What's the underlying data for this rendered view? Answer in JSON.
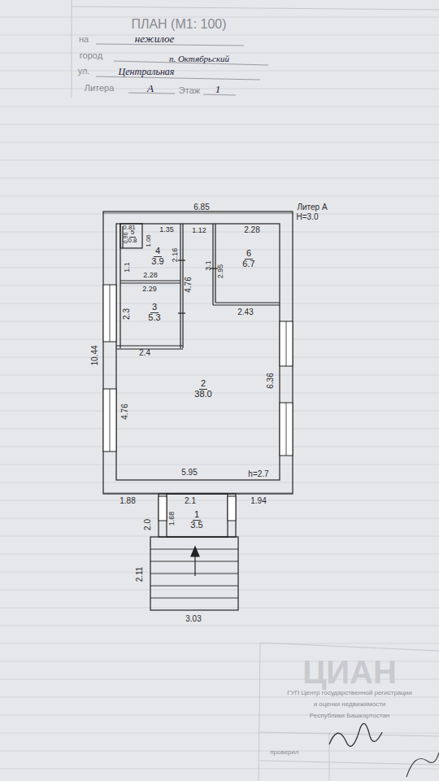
{
  "diagram": {
    "nodes": [
      {
        "text": [
          "5",
          "0.8"
        ]
      },
      {
        "text": [
          "4",
          "3.9"
        ]
      },
      {
        "text": [
          "6",
          "6.7"
        ]
      },
      {
        "text": [
          "3",
          "5.3"
        ]
      },
      {
        "text": [
          "2",
          "38.0"
        ]
      },
      {
        "text": [
          "1",
          "3.5"
        ]
      }
    ],
    "edges": [],
    "labels": [
      "ПЛАН (М1: 100)",
      "на",
      "нежилое",
      "город",
      "п. Октябрьский",
      "ул.",
      "Центральная",
      "Литера",
      "А",
      "Этаж",
      "1",
      "6.85",
      "Литер А",
      "H=3.0",
      "0.81",
      "1.35",
      "1.12",
      "2.28",
      "0.96",
      "1.06",
      "2.16",
      "1.1",
      "2.28",
      "2.29",
      "3.1",
      "2.95",
      "4.76",
      "2.3",
      "2.43",
      "10.44",
      "2.4",
      "6.36",
      "4.76",
      "5.95",
      "h=2.7",
      "1.88",
      "2.1",
      "1.94",
      "2.0",
      "1.68",
      "2.11",
      "3.03",
      "ЦИАН",
      "ГУП Центр государственной регистрации",
      "и оценки недвижимости",
      "Республики Башкортостан",
      "проверил"
    ]
  }
}
